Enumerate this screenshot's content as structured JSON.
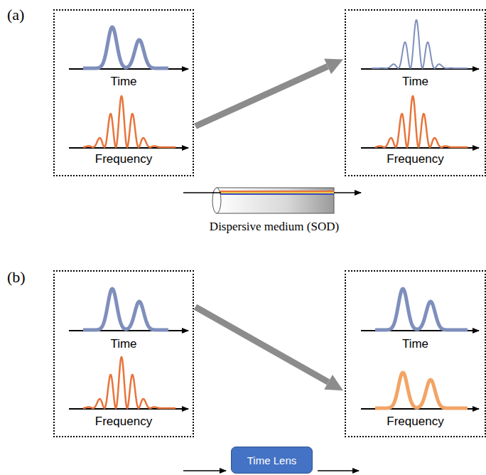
{
  "diagram": {
    "nodes": [
      {
        "text": [
          "Time",
          "Frequency"
        ]
      },
      {
        "text": [
          "Time",
          "Frequency"
        ]
      },
      {
        "text": [
          "Time",
          "Frequency"
        ]
      },
      {
        "text": [
          "Time",
          "Frequency"
        ]
      },
      {
        "text": [
          "Time Lens"
        ]
      }
    ],
    "edges": [
      {
        "from": 0,
        "to": 1,
        "arrow": "to"
      },
      {
        "from": 2,
        "to": 3,
        "arrow": "to"
      }
    ],
    "labels": [
      "(a)",
      "(b)",
      "Dispersive medium (SOD)"
    ]
  }
}
